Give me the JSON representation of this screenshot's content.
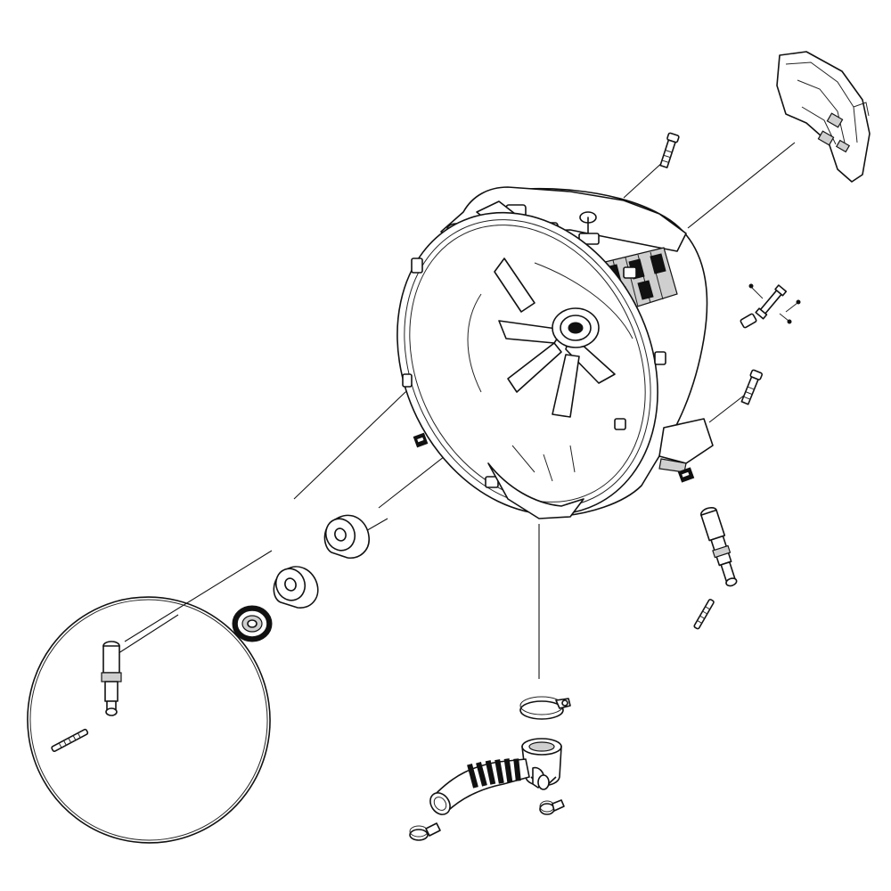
{
  "diagram": {
    "colors": {
      "stroke": "#111111",
      "background": "#ffffff"
    },
    "parts": [
      "outer-tub",
      "tub-weight-bracket",
      "tub-bolt-top",
      "tub-bolt-right",
      "tub-bracket-screw-kit",
      "shock-absorber-left",
      "shock-absorber-right",
      "door-gasket-ring",
      "bearing-seal",
      "spacer-small",
      "spacer-large",
      "hose-clamp-upper",
      "sump-adapter",
      "drain-bellows-hose",
      "hose-clamp-lower",
      "hose-clamp-right",
      "tub-clip-left",
      "tub-clip-right"
    ]
  }
}
